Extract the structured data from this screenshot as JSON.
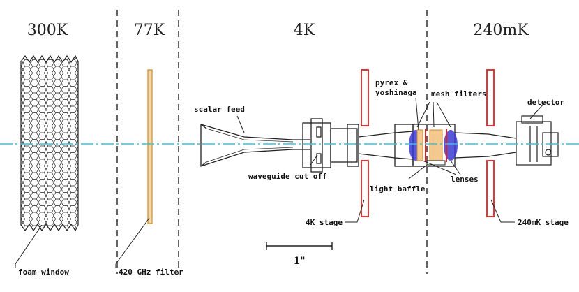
{
  "zones": {
    "z300k": "300K",
    "z77k": "77K",
    "z4k": "4K",
    "z240mk": "240mK"
  },
  "labels": {
    "foam_window": "foam window",
    "filter_420": "420 GHz filter",
    "scalar_feed": "scalar feed",
    "waveguide_cut_off": "waveguide cut off",
    "pyrex_yoshinaga_1": "pyrex &",
    "pyrex_yoshinaga_2": "yoshinaga",
    "mesh_filters": "mesh filters",
    "detector": "detector",
    "light_baffle": "light baffle",
    "lenses": "lenses",
    "stage_4k": "4K stage",
    "stage_240mk": "240mK stage",
    "scale": "1\""
  },
  "colors": {
    "optical_axis": "#29c9e0",
    "stage_red": "#e02020",
    "filter_orange": "#e0a040",
    "lens_blue": "#3a3ad0",
    "line": "#222222"
  }
}
